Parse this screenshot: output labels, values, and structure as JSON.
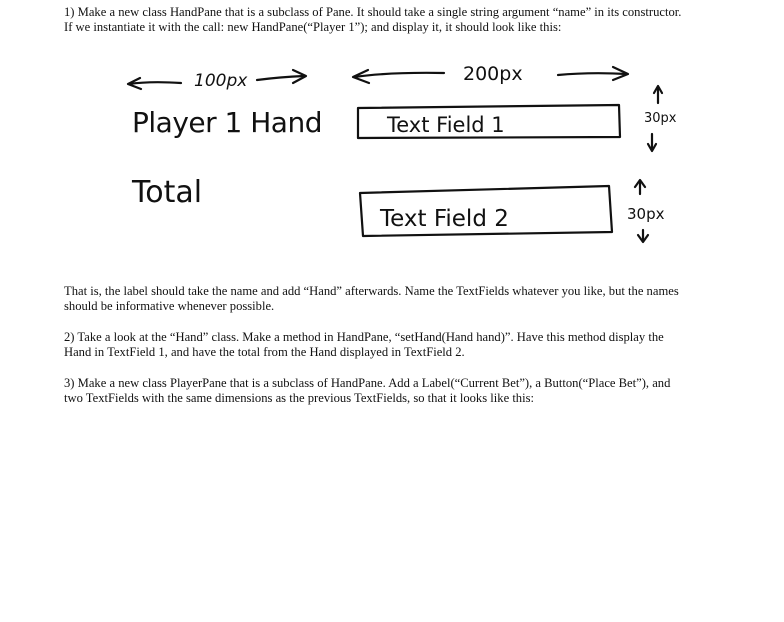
{
  "instructions": {
    "step1": {
      "line1": "1) Make a new class HandPane that is a subclass of Pane. It should take a single string argument “name” in its constructor.",
      "line2": "If we instantiate it with the call: new HandPane(“Player 1”); and display it, it should look like this:"
    },
    "step1_followup": {
      "line1": "That is, the label should take the name and add “Hand” afterwards. Name the TextFields whatever you like, but the names",
      "line2": "should be informative whenever possible."
    },
    "step2": {
      "line1": "2) Take a look at the “Hand” class. Make a method in HandPane, “setHand(Hand hand)”. Have this method display the",
      "line2": "Hand in TextField 1, and have the total from the Hand displayed in TextField 2."
    },
    "step3": {
      "line1": "3) Make a new class PlayerPane that is a subclass of HandPane. Add a Label(“Current Bet”), a Button(“Place Bet”), and",
      "line2": "two TextFields with the same dimensions as the previous TextFields, so that it looks like this:"
    }
  },
  "sketch": {
    "label_width_note": "100px",
    "field_width_note": "200px",
    "hand_label": "Player 1 Hand",
    "total_label": "Total",
    "text_field_1": "Text Field 1",
    "text_field_2": "Text Field 2",
    "field_1_height_note": "30px",
    "field_2_height_note": "30px"
  }
}
